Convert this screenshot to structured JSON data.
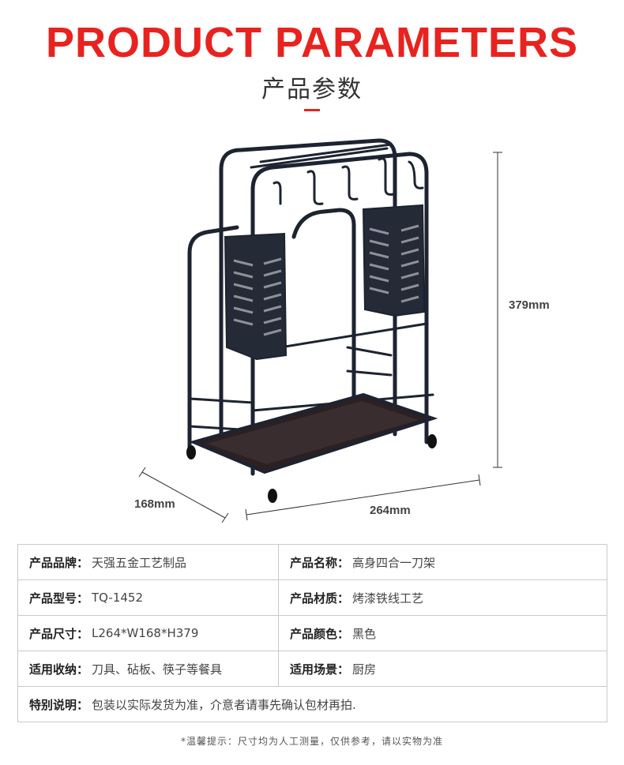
{
  "header": {
    "title_en": "PRODUCT PARAMETERS",
    "title_cn": "产品参数"
  },
  "dimensions": {
    "height": "379mm",
    "depth": "168mm",
    "length": "264mm"
  },
  "params": {
    "rows": [
      [
        {
          "label": "产品品牌：",
          "value": "天强五金工艺制品"
        },
        {
          "label": "产品名称：",
          "value": "高身四合一刀架"
        }
      ],
      [
        {
          "label": "产品型号：",
          "value": "TQ-1452"
        },
        {
          "label": "产品材质：",
          "value": "烤漆铁线工艺"
        }
      ],
      [
        {
          "label": "产品尺寸：",
          "value": "L264*W168*H379"
        },
        {
          "label": "产品颜色：",
          "value": "黑色"
        }
      ],
      [
        {
          "label": "适用收纳：",
          "value": "刀具、砧板、筷子等餐具"
        },
        {
          "label": "适用场景：",
          "value": "厨房"
        }
      ],
      [
        {
          "label": "特别说明：",
          "value": "包装以实际发货为准，介意者请事先确认包材再拍."
        }
      ]
    ]
  },
  "note": "*温馨提示：尺寸均为人工测量，仅供参考，请以实物为准",
  "colors": {
    "accent": "#e8231f",
    "rack": "#1d2330",
    "tray": "#2b2022"
  }
}
